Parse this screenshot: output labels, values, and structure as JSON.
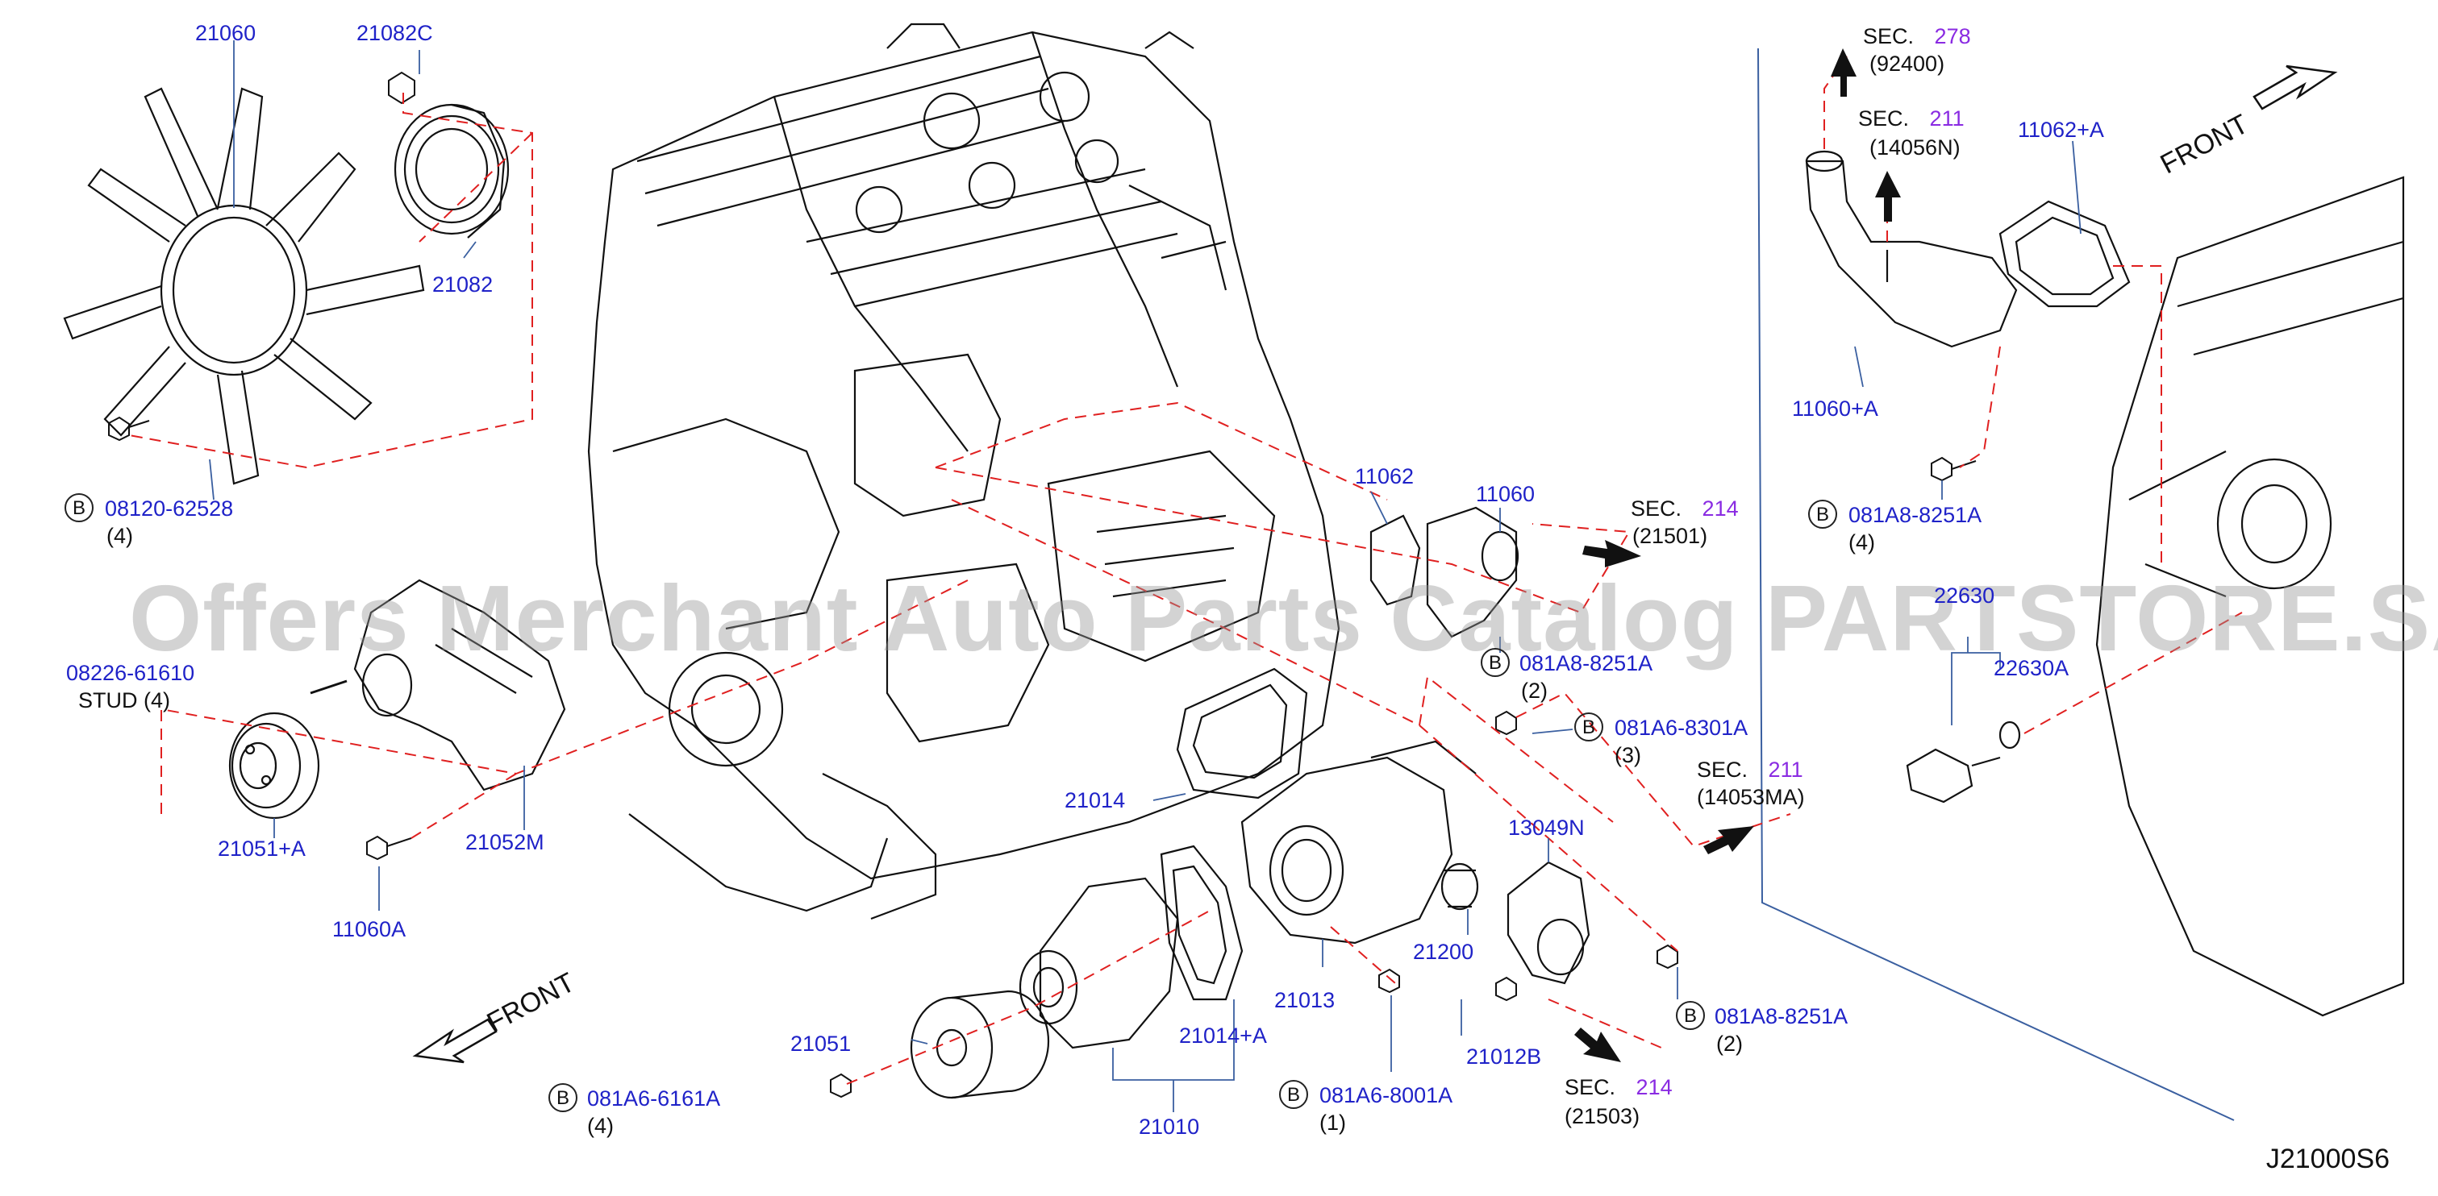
{
  "diagram_id": "J21000S6",
  "watermark": "Offers Merchant Auto Parts Catalog PARTSTORE.SA",
  "front_label": "FRONT",
  "bolt_marker": "B",
  "part_labels": {
    "p21060": "21060",
    "p21082C": "21082C",
    "p21082": "21082",
    "p08120": "08120-62528",
    "p08120_qty": "(4)",
    "p08226": "08226-61610",
    "stud": "STUD  (4)",
    "p21051A": "21051+A",
    "p21052M": "21052M",
    "p11060A": "11060A",
    "p21051": "21051",
    "p081A6_6161A": "081A6-6161A",
    "p081A6_6161A_qty": "(4)",
    "p21010": "21010",
    "p21014A": "21014+A",
    "p21014": "21014",
    "p21013": "21013",
    "p081A6_8001A": "081A6-8001A",
    "p081A6_8001A_qty": "(1)",
    "p21200": "21200",
    "p21012B": "21012B",
    "p13049N": "13049N",
    "p081A8_8251A_b": "081A8-8251A",
    "p081A8_8251A_b_qty": "(2)",
    "p11062": "11062",
    "p11060": "11060",
    "p081A8_8251A_a": "081A8-8251A",
    "p081A8_8251A_a_qty": "(2)",
    "p081A6_8301A": "081A6-8301A",
    "p081A6_8301A_qty": "(3)",
    "p11062A": "11062+A",
    "p11060pA": "11060+A",
    "p081A8_8251A_c": "081A8-8251A",
    "p081A8_8251A_c_qty": "(4)",
    "p22630": "22630",
    "p22630A": "22630A"
  },
  "section_refs": [
    {
      "prefix": "SEC.",
      "num": "278",
      "code": "(92400)"
    },
    {
      "prefix": "SEC.",
      "num": "211",
      "code": "(14056N)"
    },
    {
      "prefix": "SEC.",
      "num": "214",
      "code": "(21501)"
    },
    {
      "prefix": "SEC.",
      "num": "211",
      "code": "(14053MA)"
    },
    {
      "prefix": "SEC.",
      "num": "214",
      "code": "(21503)"
    }
  ],
  "colors": {
    "part_number": "#1f22c8",
    "section_number": "#8a2be2",
    "leader_dash": "#e02020",
    "line_art": "#111111",
    "callout_line": "#3a5fa0",
    "watermark": "#9a9a9a"
  }
}
